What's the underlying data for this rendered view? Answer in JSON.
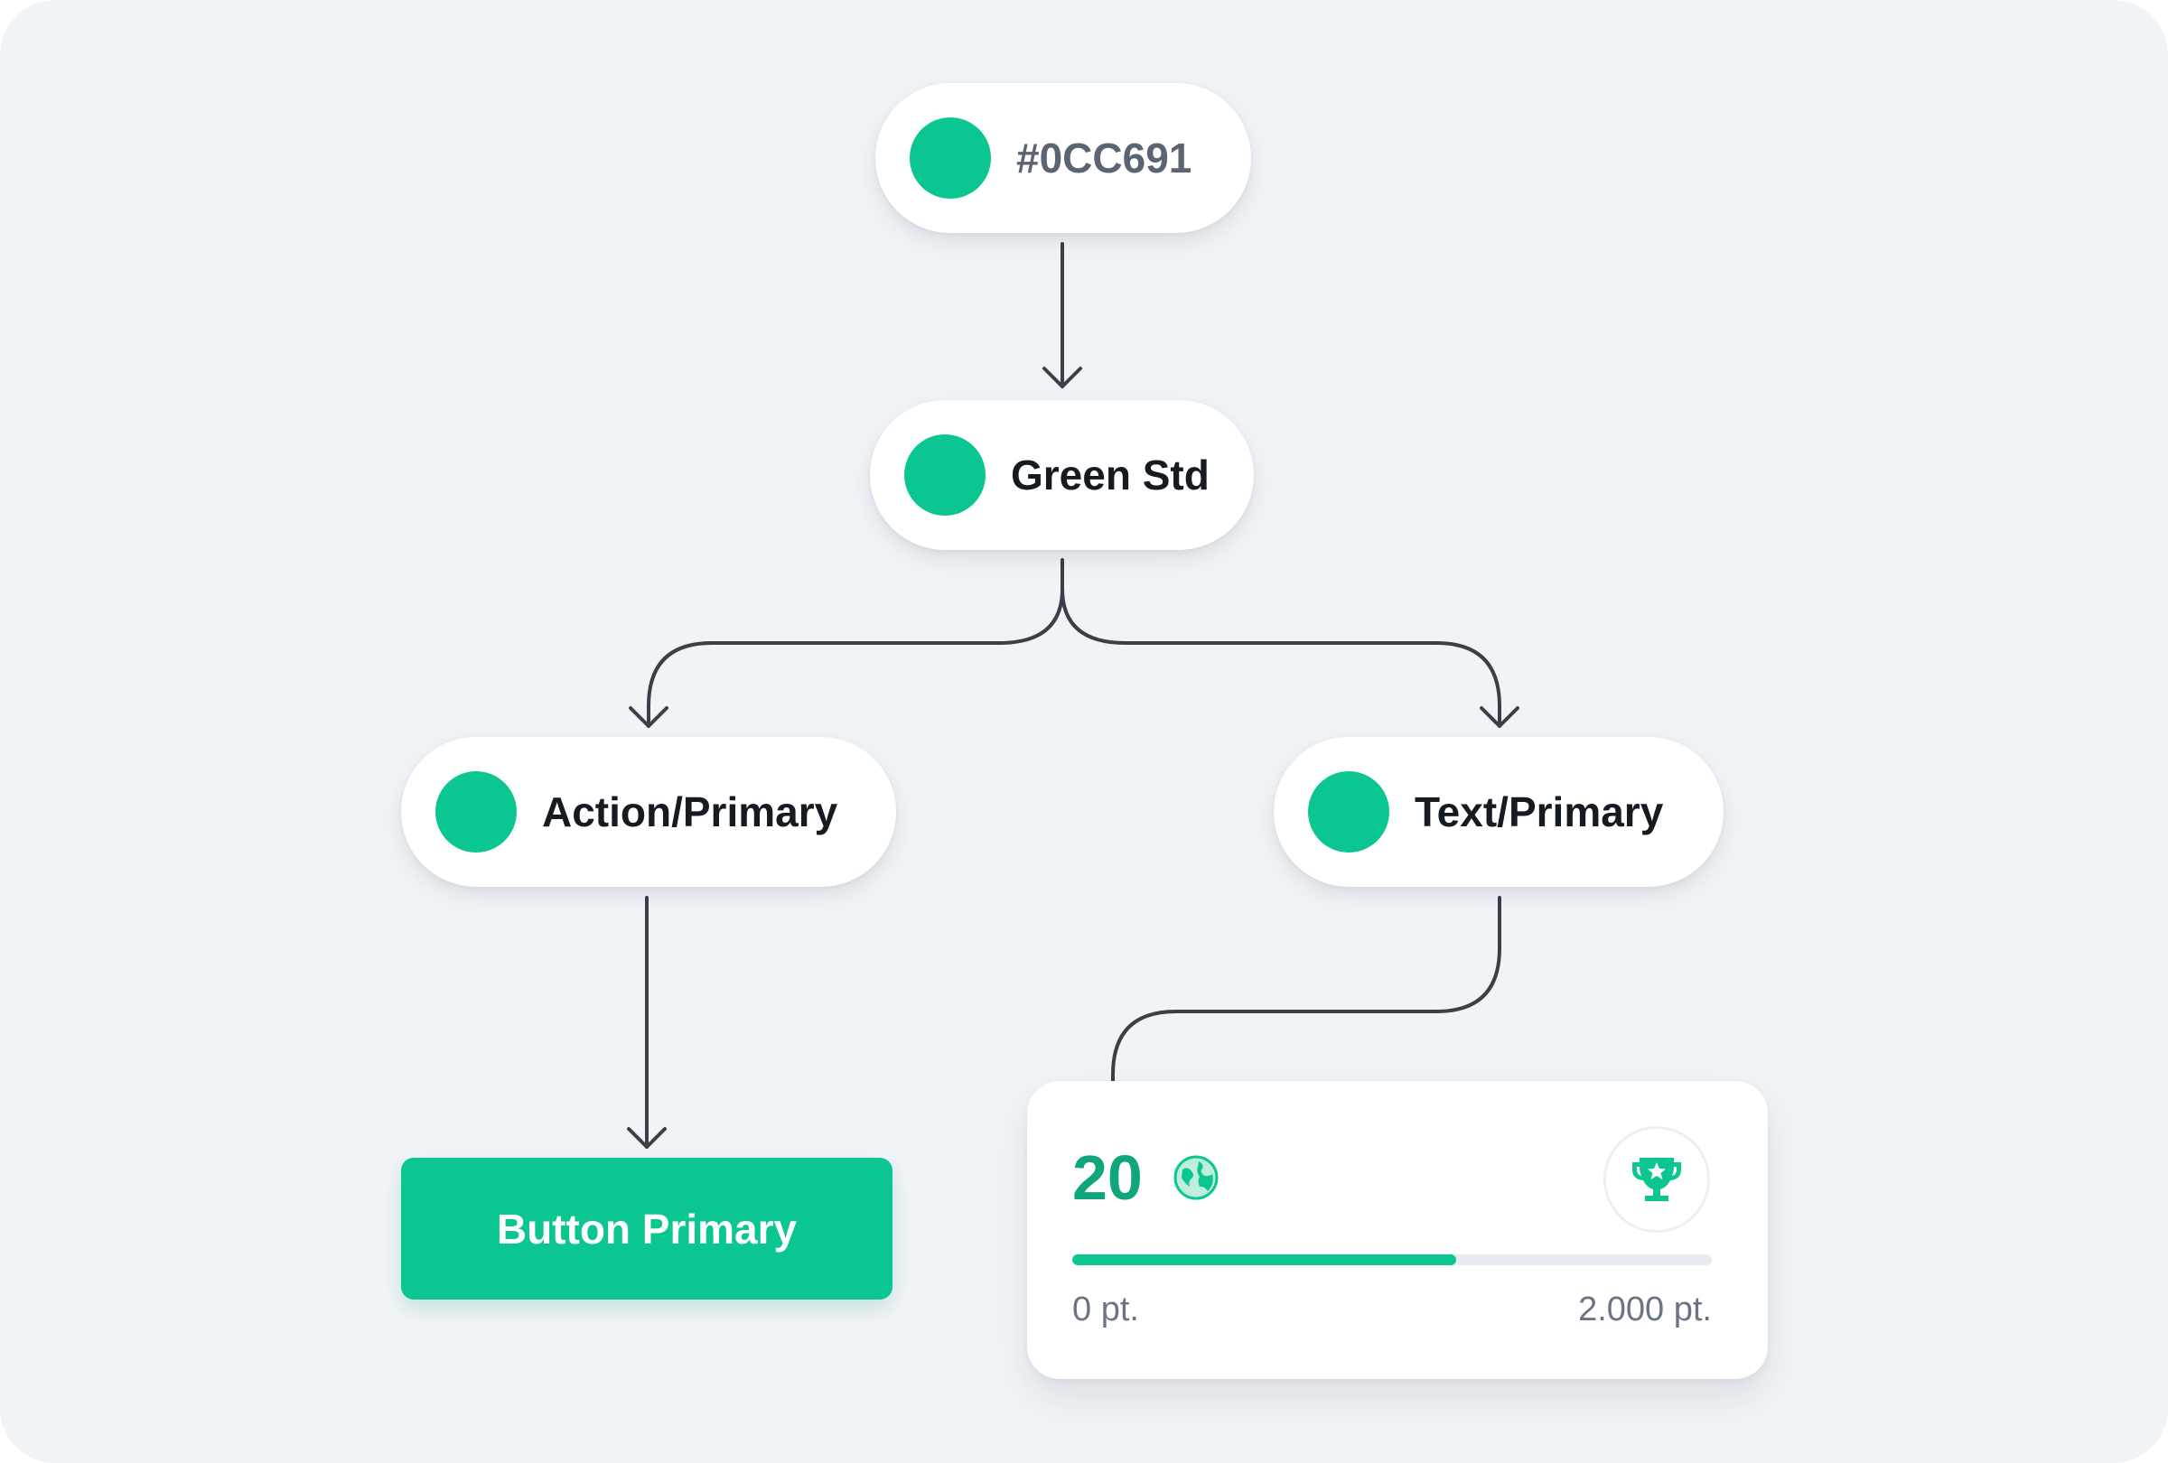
{
  "colors": {
    "accent": "#0cc691",
    "accent_text": "#0fa57d",
    "background": "#f1f4f7",
    "connector": "#3a404a"
  },
  "nodes": {
    "hex": {
      "label": "#0CC691",
      "swatch_color": "#0cc691"
    },
    "token": {
      "label": "Green Std",
      "swatch_color": "#0cc691"
    },
    "action": {
      "label": "Action/Primary",
      "swatch_color": "#0cc691"
    },
    "text": {
      "label": "Text/Primary",
      "swatch_color": "#0cc691"
    }
  },
  "button": {
    "label": "Button Primary"
  },
  "progress_card": {
    "value": "20",
    "icon": "globe-icon",
    "badge_icon": "trophy-icon",
    "progress_fraction": 0.6,
    "min_label": "0 pt.",
    "max_label": "2.000 pt."
  }
}
